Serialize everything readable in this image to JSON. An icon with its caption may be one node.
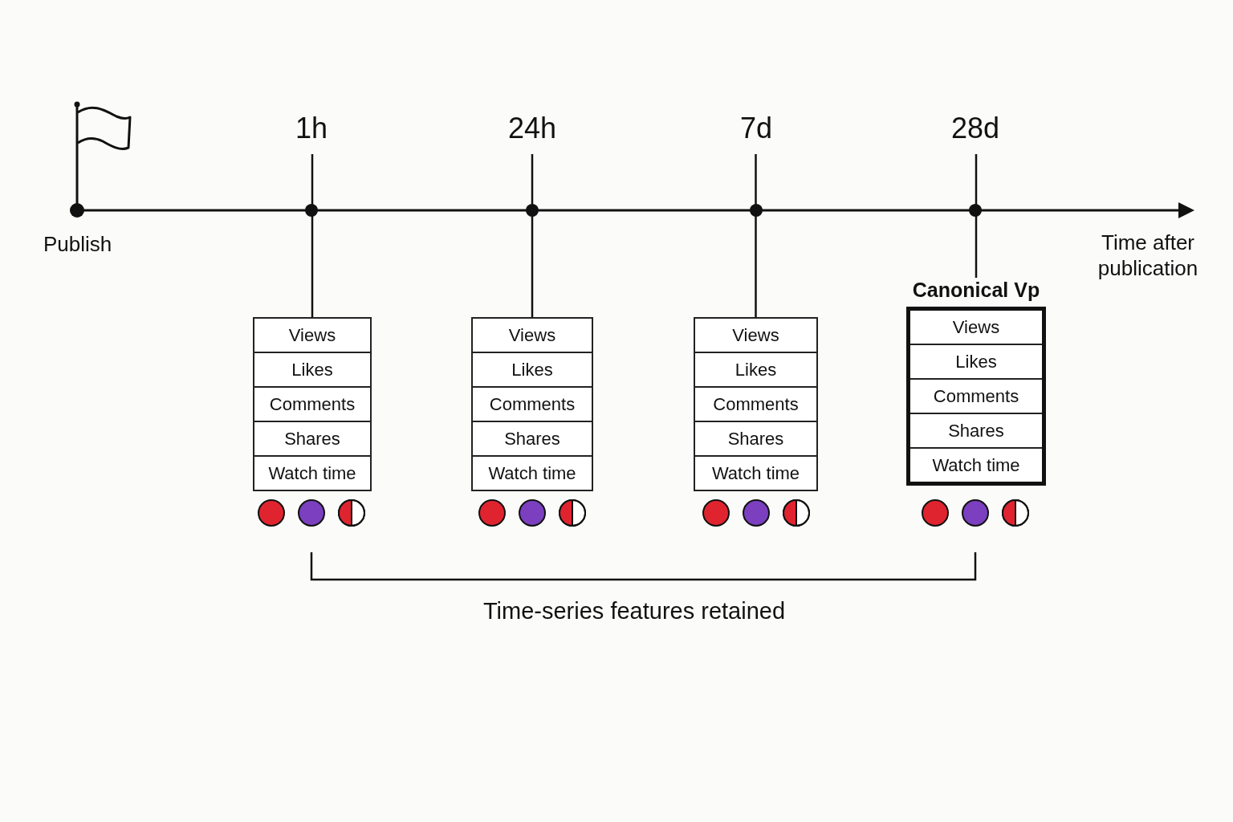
{
  "diagram": {
    "nodes": [
      {
        "text": [
          "1h"
        ]
      },
      {
        "text": [
          "Views",
          "Likes",
          "Comments",
          "Shares",
          "Watch time"
        ]
      },
      {
        "text": [
          "24h"
        ]
      },
      {
        "text": [
          "Views",
          "Likes",
          "Comments",
          "Shares",
          "Watch time"
        ]
      },
      {
        "text": [
          "7d"
        ]
      },
      {
        "text": [
          "Views",
          "Likes",
          "Comments",
          "Shares",
          "Watch time"
        ]
      },
      {
        "text": [
          "28d"
        ]
      },
      {
        "text": [
          "Canonical Vp",
          "Views",
          "Likes",
          "Comments",
          "Shares",
          "Watch time"
        ]
      }
    ],
    "edges": [
      {
        "from": 0,
        "to": 1,
        "arrow": "none"
      },
      {
        "from": 2,
        "to": 3,
        "arrow": "none"
      },
      {
        "from": 4,
        "to": 5,
        "arrow": "none"
      },
      {
        "from": 6,
        "to": 7,
        "arrow": "none"
      }
    ],
    "labels": [
      "Publish",
      "Time after publication",
      "Time-series features retained"
    ]
  }
}
